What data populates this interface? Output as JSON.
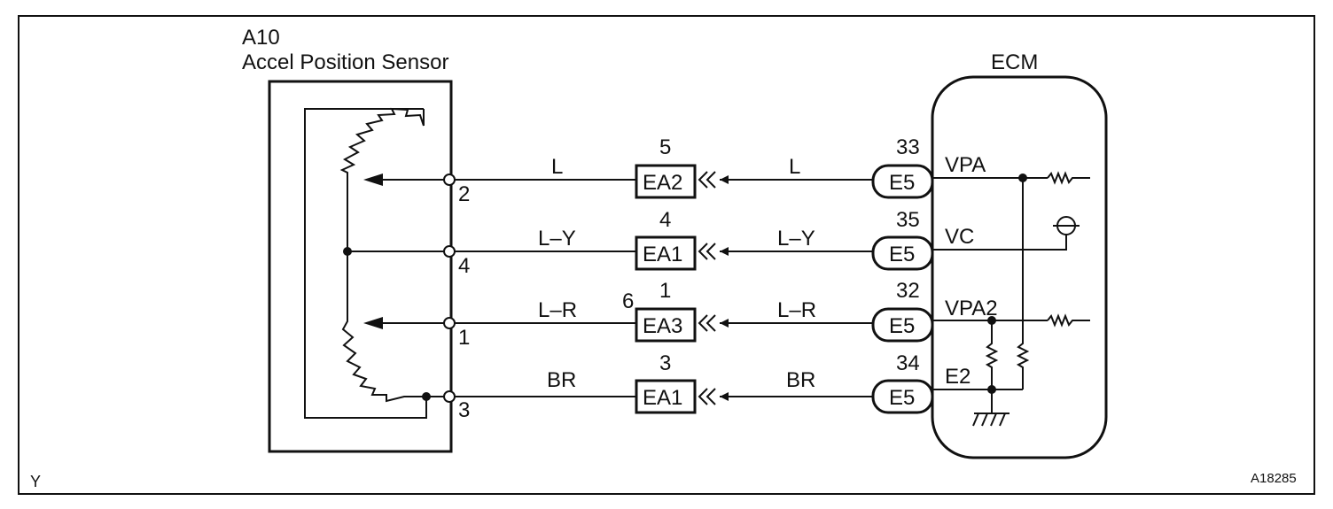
{
  "sensor": {
    "code": "A10",
    "name": "Accel Position Sensor",
    "pins": [
      "2",
      "4",
      "1",
      "3"
    ]
  },
  "ecm": {
    "title": "ECM",
    "connector": "E5",
    "pins": [
      "33",
      "35",
      "32",
      "34"
    ],
    "signals": [
      "VPA",
      "VC",
      "VPA2",
      "E2"
    ]
  },
  "wires": [
    {
      "color": "L",
      "junction": "EA2",
      "junction_pin": "5"
    },
    {
      "color": "L–Y",
      "junction": "EA1",
      "junction_pin": "4"
    },
    {
      "color": "L–R",
      "junction": "EA3",
      "junction_pin": "1",
      "junction_pin_alt": "6"
    },
    {
      "color": "BR",
      "junction": "EA1",
      "junction_pin": "3"
    }
  ],
  "corner_left": "Y",
  "corner_right": "A18285"
}
